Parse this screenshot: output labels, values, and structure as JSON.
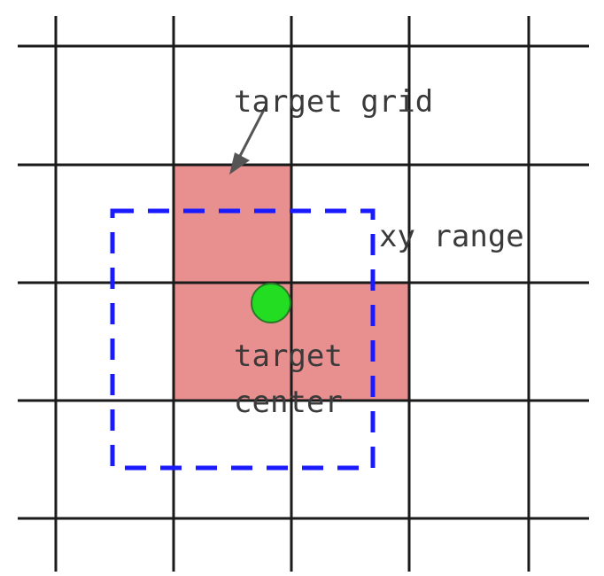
{
  "labels": {
    "target_grid": "target grid",
    "xy_range": "xy range",
    "target_center_line1": "target",
    "target_center_line2": "center"
  },
  "colors": {
    "grid_line": "#1a1a1a",
    "target_cell_fill": "#e89090",
    "range_box": "#1a1aff",
    "center_point": "#22dd22",
    "arrow": "#555555",
    "text": "#3a3a3a"
  }
}
